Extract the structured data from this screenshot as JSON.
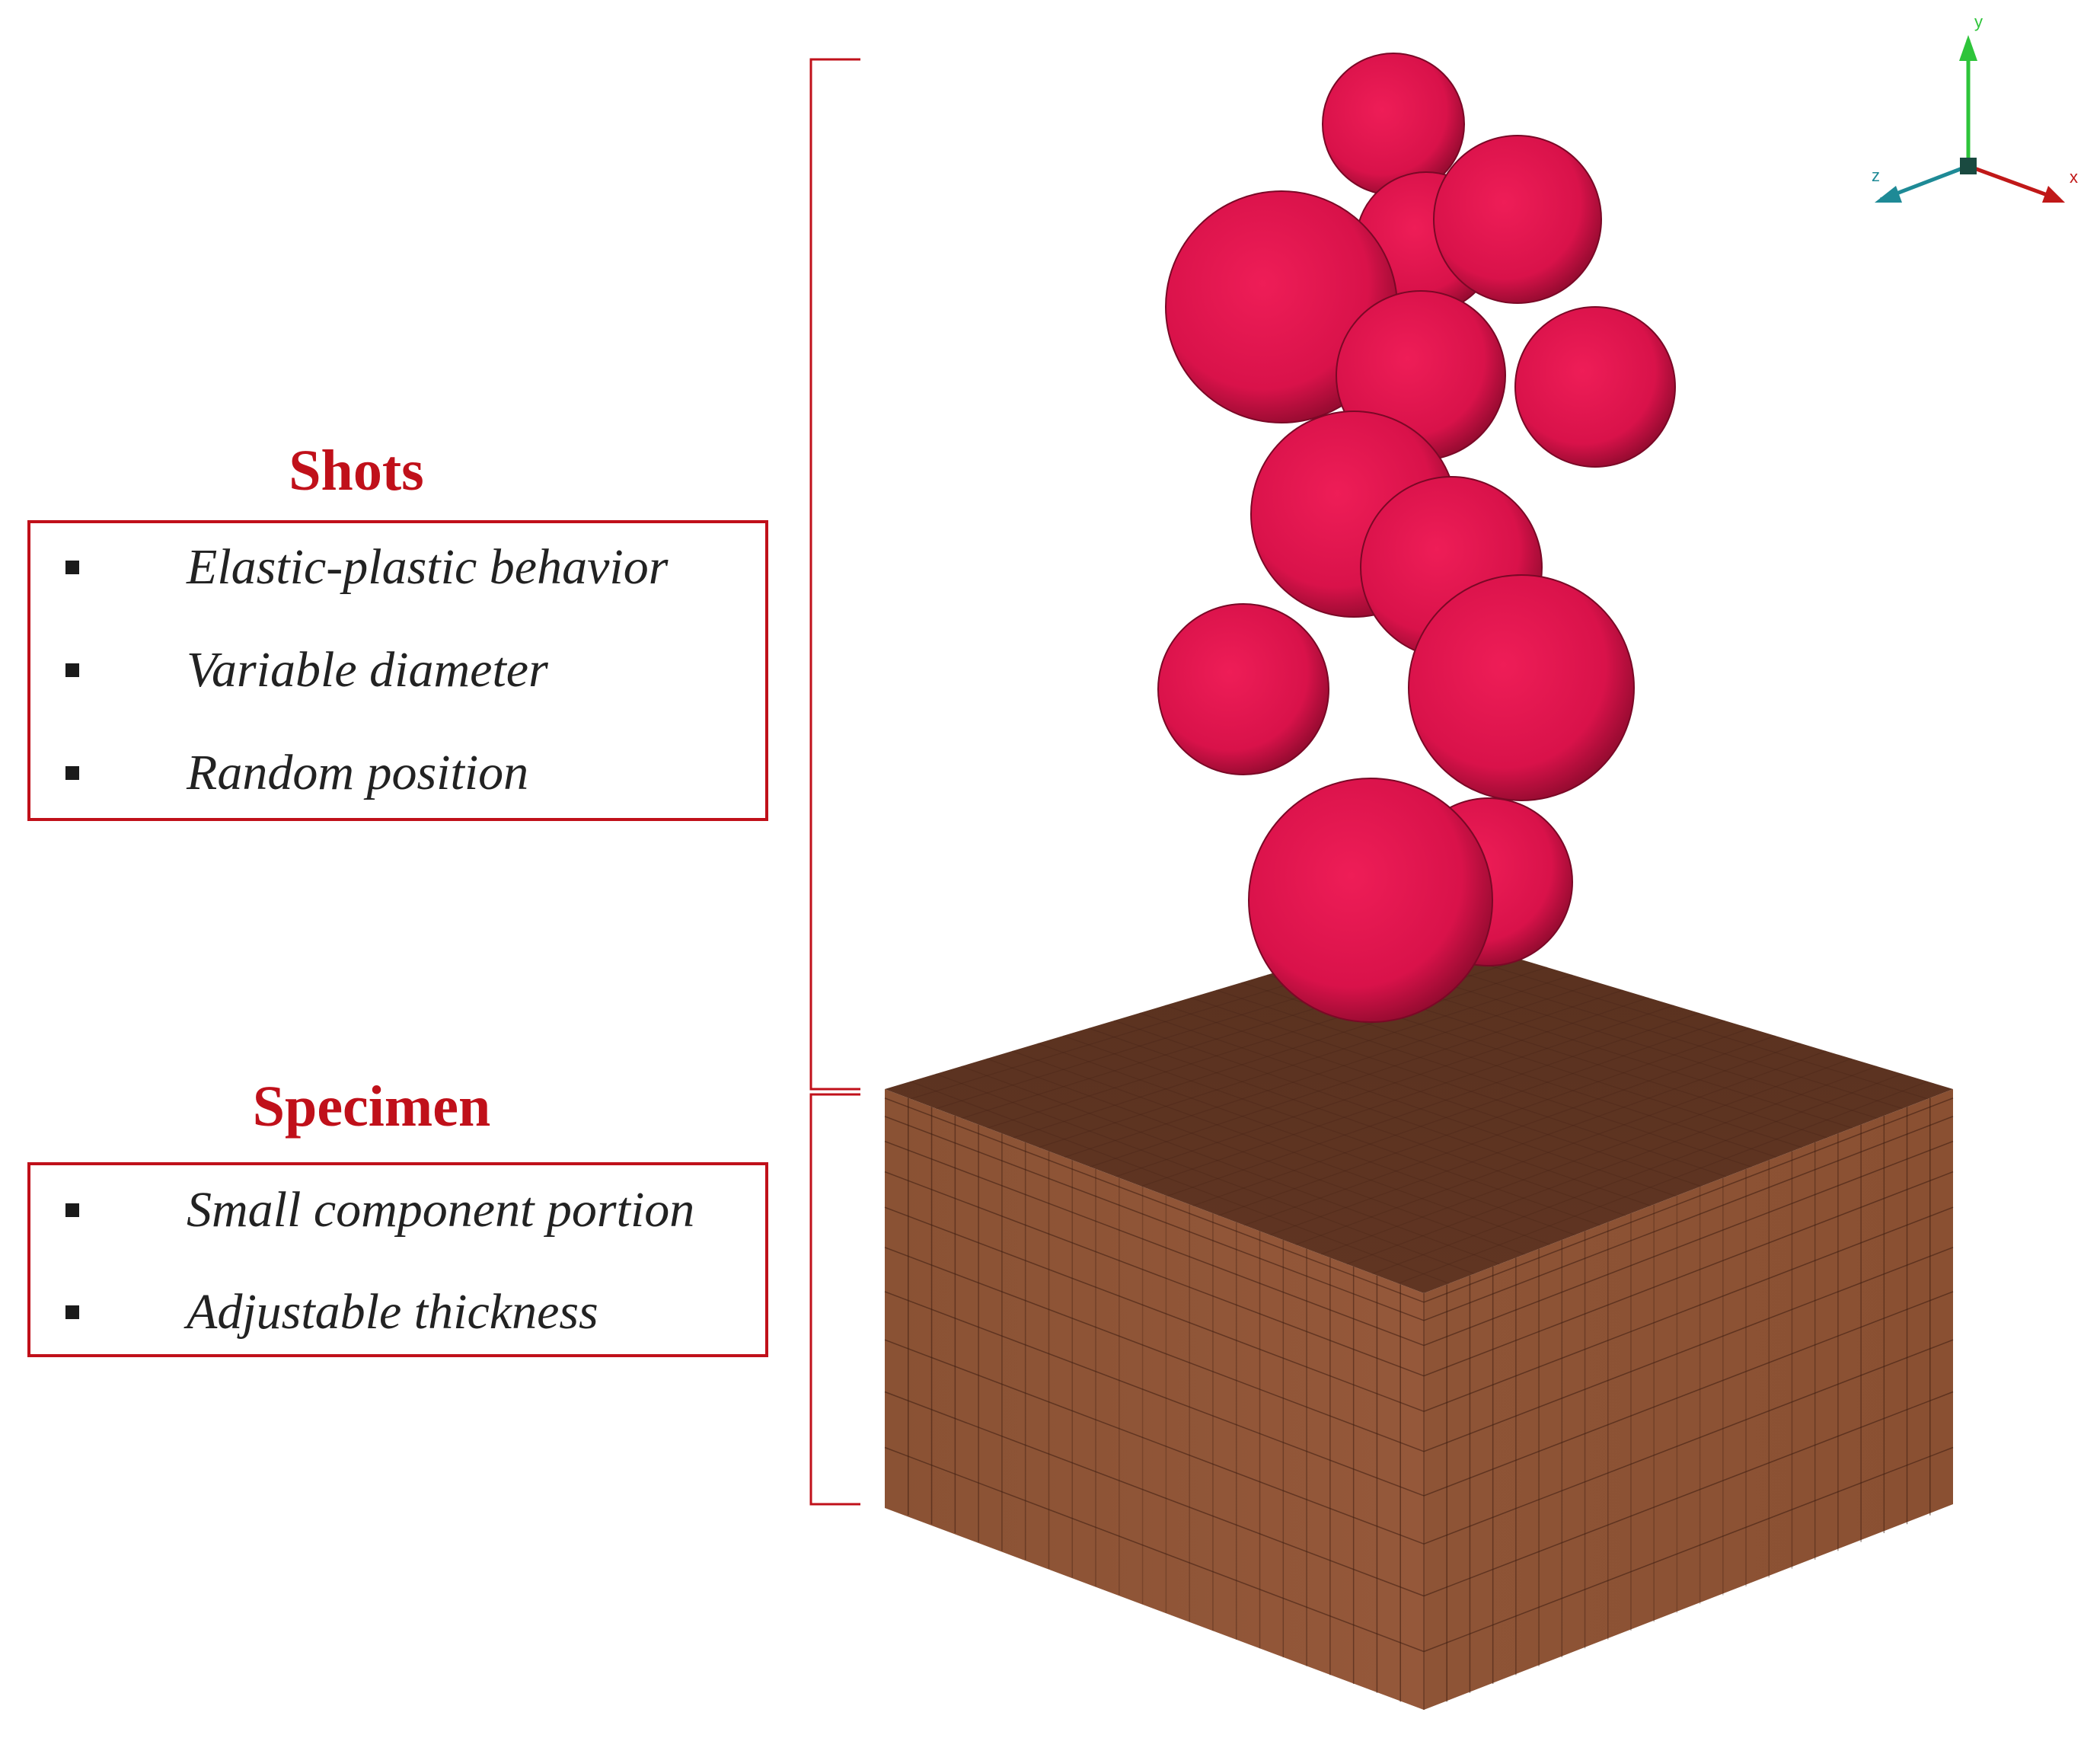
{
  "colors": {
    "accent": "#c0101a",
    "shot": "#e0134c",
    "specimen_top": "#5c3320",
    "specimen_side": "#8a5032",
    "mesh_line": "#3a1c10"
  },
  "shots": {
    "heading": "Shots",
    "items": [
      "Elastic-plastic behavior",
      "Variable diameter",
      "Random position"
    ]
  },
  "specimen": {
    "heading": "Specimen",
    "items": [
      "Small component portion",
      "Adjustable thickness"
    ]
  },
  "axis_triad": {
    "labels": [
      "y",
      "z",
      "x"
    ],
    "colors": [
      "#2ec43a",
      "#1e8a96",
      "#c01818"
    ]
  }
}
